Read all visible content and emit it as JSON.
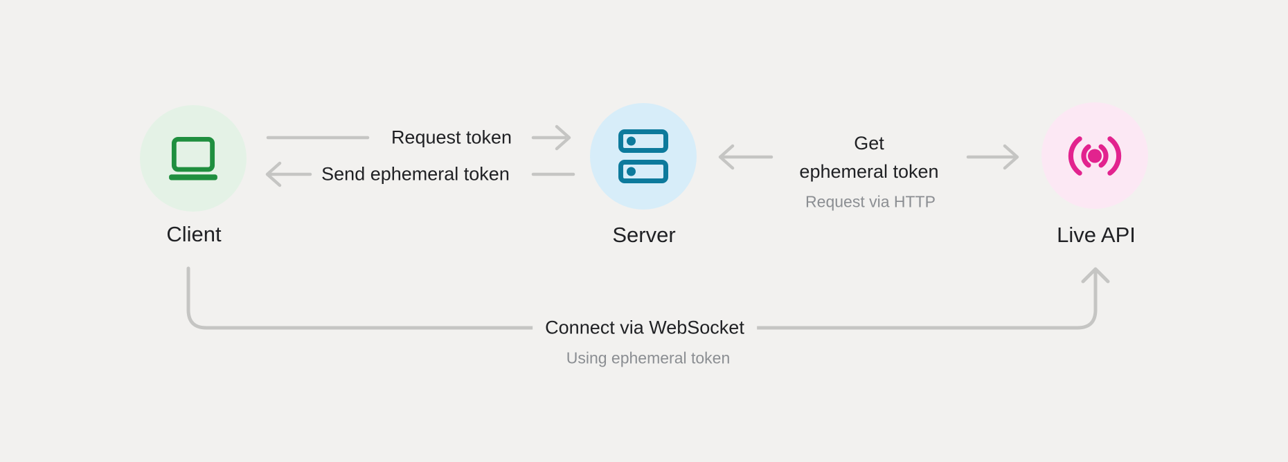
{
  "diagram": {
    "nodes": [
      {
        "id": "client",
        "label": "Client",
        "icon": "laptop-icon"
      },
      {
        "id": "server",
        "label": "Server",
        "icon": "server-stack-icon"
      },
      {
        "id": "live-api",
        "label": "Live API",
        "icon": "broadcast-icon"
      }
    ],
    "edges": [
      {
        "id": "request-token",
        "from": "client",
        "to": "server",
        "label": "Request token"
      },
      {
        "id": "send-ephemeral-token",
        "from": "server",
        "to": "client",
        "label": "Send ephemeral token"
      },
      {
        "id": "get-ephemeral-token",
        "from": "server",
        "to": "live-api",
        "label_lines": [
          "Get",
          "ephemeral token"
        ],
        "sublabel": "Request via HTTP"
      },
      {
        "id": "connect-via-websocket",
        "from": "client",
        "to": "live-api",
        "label": "Connect via WebSocket",
        "sublabel": "Using ephemeral token"
      }
    ]
  },
  "colors": {
    "background": "#f2f1ef",
    "line": "#c5c5c3",
    "text_primary": "#202124",
    "text_secondary": "#8b8e92",
    "client_icon": "#1f8f3f",
    "client_circle": "#e4f2e6",
    "server_icon": "#0d7a9c",
    "server_circle": "#d7edf9",
    "live_api_icon": "#e2238e",
    "live_api_circle": "#fce8f4"
  }
}
